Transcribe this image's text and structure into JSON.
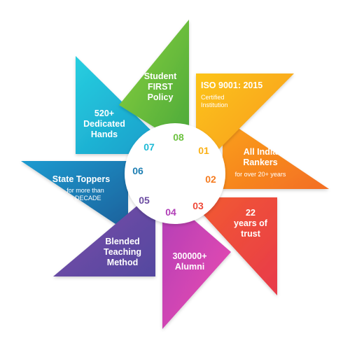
{
  "colors": {
    "green": "#6cc23f",
    "orange": "#fbb116",
    "orange_dark": "#f57c21",
    "red": "#ef4a3a",
    "magenta": "#d640b4",
    "purple": "#6b4ba1",
    "teal": "#1e7fb3",
    "cyan": "#1fbad6"
  },
  "blades": [
    {
      "id": "08",
      "title_lines": [
        "Student",
        "FIRST",
        "Policy"
      ],
      "sub_lines": []
    },
    {
      "id": "01",
      "title_lines": [
        "ISO 9001: 2015"
      ],
      "sub_lines": [
        "Certified",
        "Institution"
      ]
    },
    {
      "id": "02",
      "title_lines": [
        "All India",
        "Rankers"
      ],
      "sub_lines": [
        "for over 20+ years"
      ]
    },
    {
      "id": "03",
      "title_lines": [
        "22",
        "years of",
        "trust"
      ],
      "sub_lines": []
    },
    {
      "id": "04",
      "title_lines": [
        "300000+",
        "Alumni"
      ],
      "sub_lines": []
    },
    {
      "id": "05",
      "title_lines": [
        "Blended",
        "Teaching",
        "Method"
      ],
      "sub_lines": []
    },
    {
      "id": "06",
      "title_lines": [
        "State Toppers"
      ],
      "sub_lines": [
        "for more than",
        "a DECADE"
      ]
    },
    {
      "id": "07",
      "title_lines": [
        "520+",
        "Dedicated",
        "Hands"
      ],
      "sub_lines": []
    }
  ]
}
